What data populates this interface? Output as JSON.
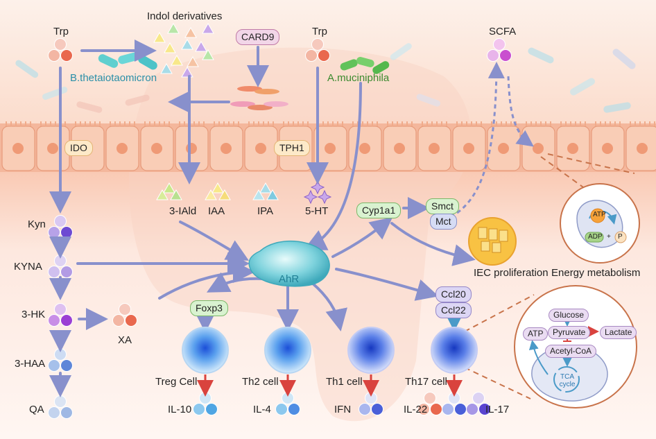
{
  "labels": {
    "trp_left": "Trp",
    "trp_mid": "Trp",
    "indol": "Indol derivatives",
    "card9": "CARD9",
    "scfa": "SCFA",
    "btheta": "B.thetaiotaomicron",
    "amuc": "A.muciniphila",
    "ido": "IDO",
    "tph1": "TPH1",
    "iald": "3-IAld",
    "iaa": "IAA",
    "ipa": "IPA",
    "ht5": "5-HT",
    "kyn": "Kyn",
    "kyna": "KYNA",
    "hk3": "3-HK",
    "haa3": "3-HAA",
    "qa": "QA",
    "xa": "XA",
    "cyp1a1": "Cyp1a1",
    "smct": "Smct",
    "mct": "Mct",
    "iec": "IEC proliferation",
    "energy": "Energy metabolism",
    "ahr": "AhR",
    "foxp3": "Foxp3",
    "ccl20": "Ccl20",
    "ccl22": "Ccl22",
    "treg": "Treg Cell",
    "th2": "Th2 cell",
    "th1": "Th1 cell",
    "th17": "Th17 cell",
    "il10": "IL-10",
    "il4": "IL-4",
    "ifn": "IFN",
    "il22": "IL-22",
    "il17": "IL-17",
    "atp_energy": "ATP",
    "adp": "ADP",
    "plus": "+",
    "p": "P",
    "glucose": "Glucose",
    "pyruvate": "Pyruvate",
    "lactate": "Lactate",
    "acetylcoa": "Acetyl-CoA",
    "atp_tca": "ATP",
    "tca": "TCA cycle"
  },
  "colors": {
    "arrow": "#8890cc",
    "red_arrow": "#d9433e",
    "epithelium": "#f6c2a8",
    "btheta_text": "#2a8fa8",
    "amuc_text": "#3b8a2e",
    "dashed_brown": "#c8734a"
  }
}
